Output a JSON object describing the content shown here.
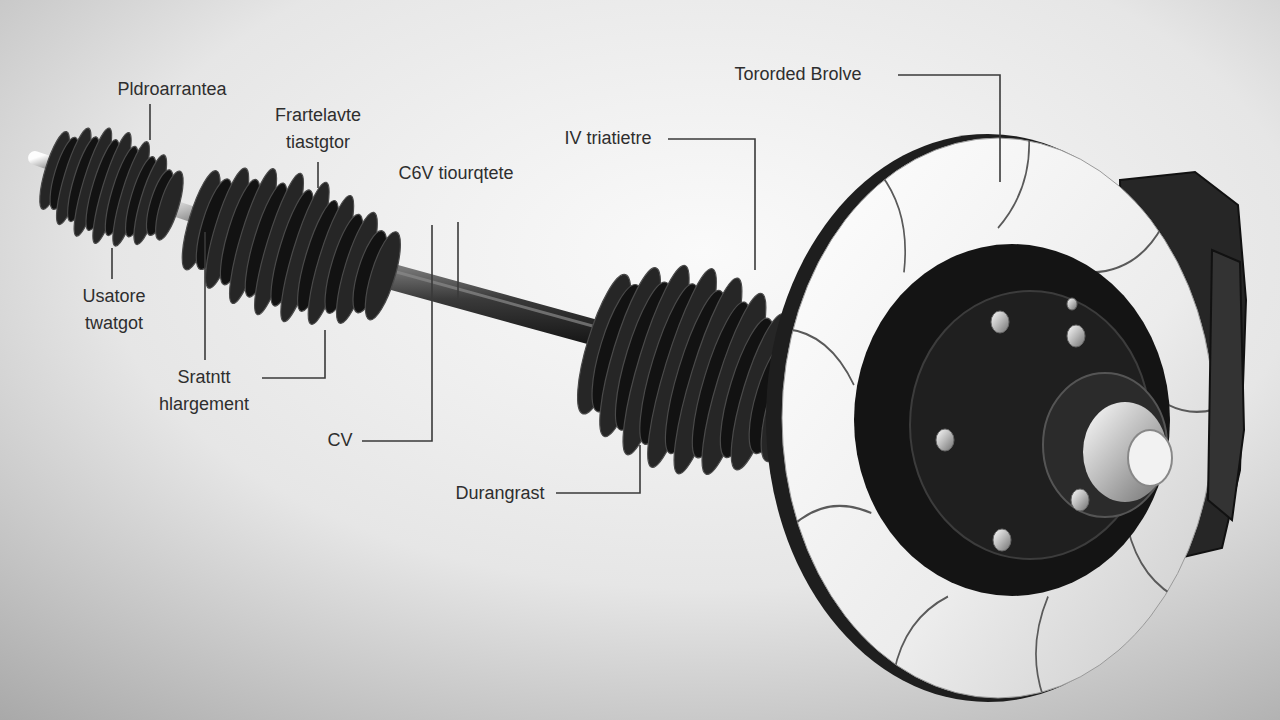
{
  "diagram": {
    "labels": [
      "Pldroarrantea",
      "Frartelavte tiastgtor",
      "C6V tiourqtete",
      "IV triatietre",
      "Tororded Brolve",
      "Usatore twatgot",
      "Sratntt hlargement",
      "CV",
      "Durangrast"
    ]
  }
}
